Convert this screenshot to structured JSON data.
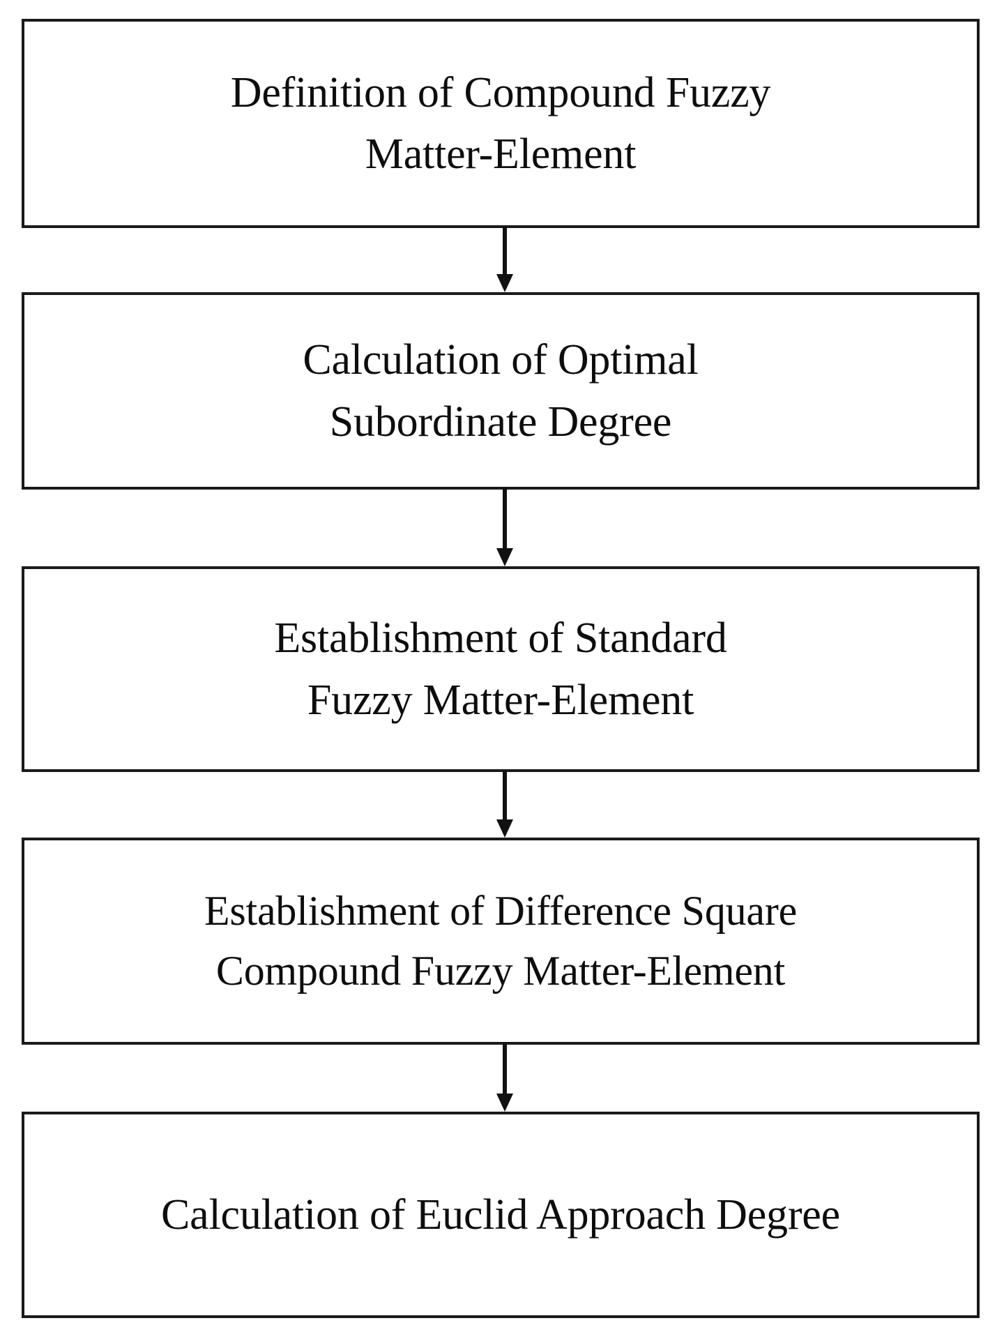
{
  "diagram": {
    "type": "flowchart",
    "orientation": "vertical-top-to-bottom",
    "background_color": "#ffffff",
    "border_color": "#1a1a1a",
    "text_color": "#0d0d0d",
    "arrow_color": "#111111",
    "nodes": [
      {
        "id": "node-1",
        "step": 1,
        "shape": "rectangle",
        "text": "Definition of Compound Fuzzy\nMatter-Element",
        "line_1": "Definition of Compound Fuzzy",
        "line_2": "Matter-Element"
      },
      {
        "id": "node-2",
        "step": 2,
        "shape": "rectangle",
        "text": "Calculation of Optimal\nSubordinate Degree",
        "line_1": "Calculation of Optimal",
        "line_2": "Subordinate Degree"
      },
      {
        "id": "node-3",
        "step": 3,
        "shape": "rectangle",
        "text": "Establishment of Standard\nFuzzy Matter-Element",
        "line_1": "Establishment of Standard",
        "line_2": "Fuzzy Matter-Element"
      },
      {
        "id": "node-4",
        "step": 4,
        "shape": "rectangle",
        "text": "Establishment of Difference Square\nCompound Fuzzy Matter-Element",
        "line_1": "Establishment of Difference Square",
        "line_2": "Compound Fuzzy Matter-Element"
      },
      {
        "id": "node-5",
        "step": 5,
        "shape": "rectangle",
        "text": "Calculation of Euclid Approach Degree",
        "line_1": "Calculation of Euclid Approach Degree",
        "line_2": ""
      }
    ],
    "connectors": [
      {
        "id": "connector-1",
        "from": "node-1",
        "to": "node-2",
        "style": "solid-arrow-down",
        "label": ""
      },
      {
        "id": "connector-2",
        "from": "node-2",
        "to": "node-3",
        "style": "solid-arrow-down",
        "label": ""
      },
      {
        "id": "connector-3",
        "from": "node-3",
        "to": "node-4",
        "style": "solid-arrow-down",
        "label": ""
      },
      {
        "id": "connector-4",
        "from": "node-4",
        "to": "node-5",
        "style": "solid-arrow-down",
        "label": ""
      }
    ]
  }
}
